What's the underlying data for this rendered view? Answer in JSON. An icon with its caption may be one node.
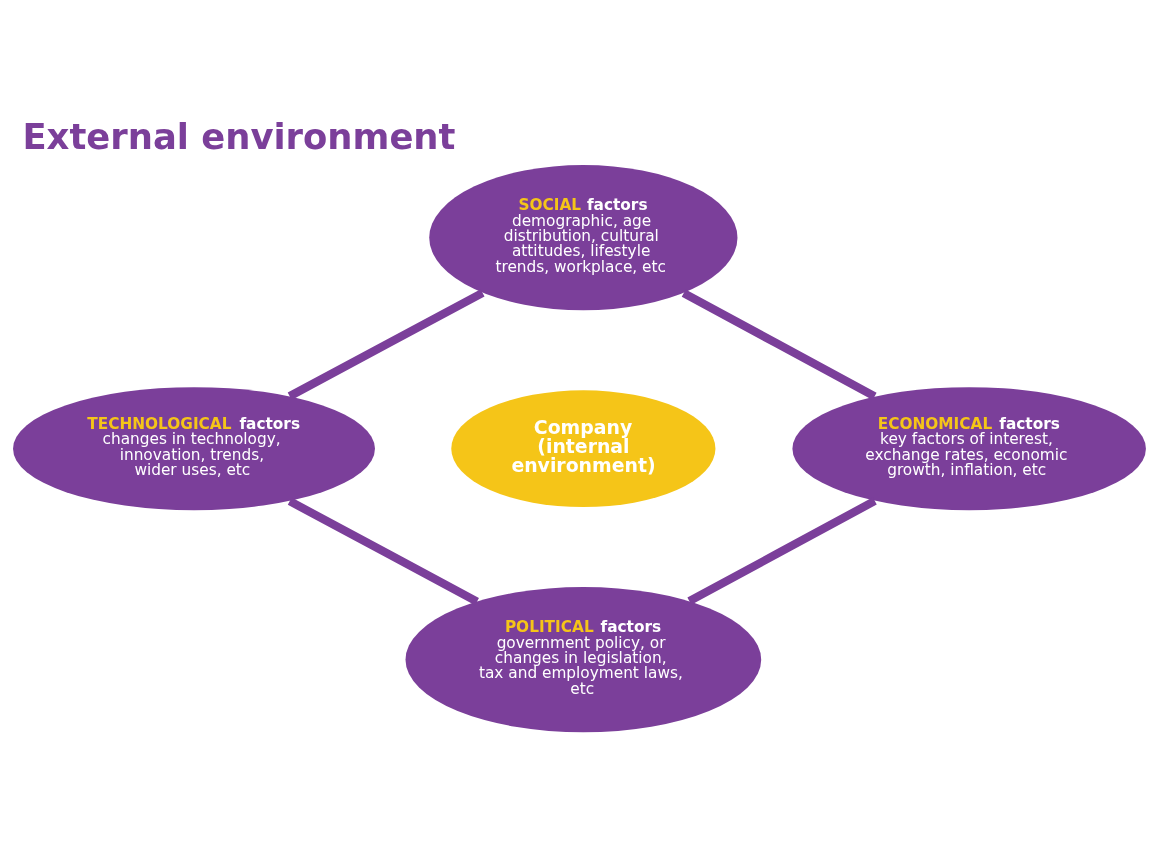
{
  "diagram": {
    "title": "External environment",
    "nodes": [
      {
        "text": [
          "SOCIAL",
          "factors",
          "demographic, age distribution, cultural attitudes, lifestyle trends, workplace, etc"
        ]
      },
      {
        "text": [
          "TECHNOLOGICAL",
          "factors",
          "changes in technology, innovation, trends, wider uses, etc"
        ]
      },
      {
        "text": [
          "Company (internal environment)"
        ]
      },
      {
        "text": [
          "ECONOMICAL",
          "factors",
          "key factors of interest, exchange rates, economic growth, inflation, etc"
        ]
      },
      {
        "text": [
          "POLITICAL",
          "factors",
          "government policy, or changes in legislation, tax and employment laws, etc"
        ]
      }
    ],
    "edges": [
      {
        "from": 0,
        "to": 3,
        "arrow": "none"
      },
      {
        "from": 3,
        "to": 4,
        "arrow": "none"
      },
      {
        "from": 4,
        "to": 1,
        "arrow": "none"
      },
      {
        "from": 1,
        "to": 0,
        "arrow": "none"
      }
    ]
  }
}
